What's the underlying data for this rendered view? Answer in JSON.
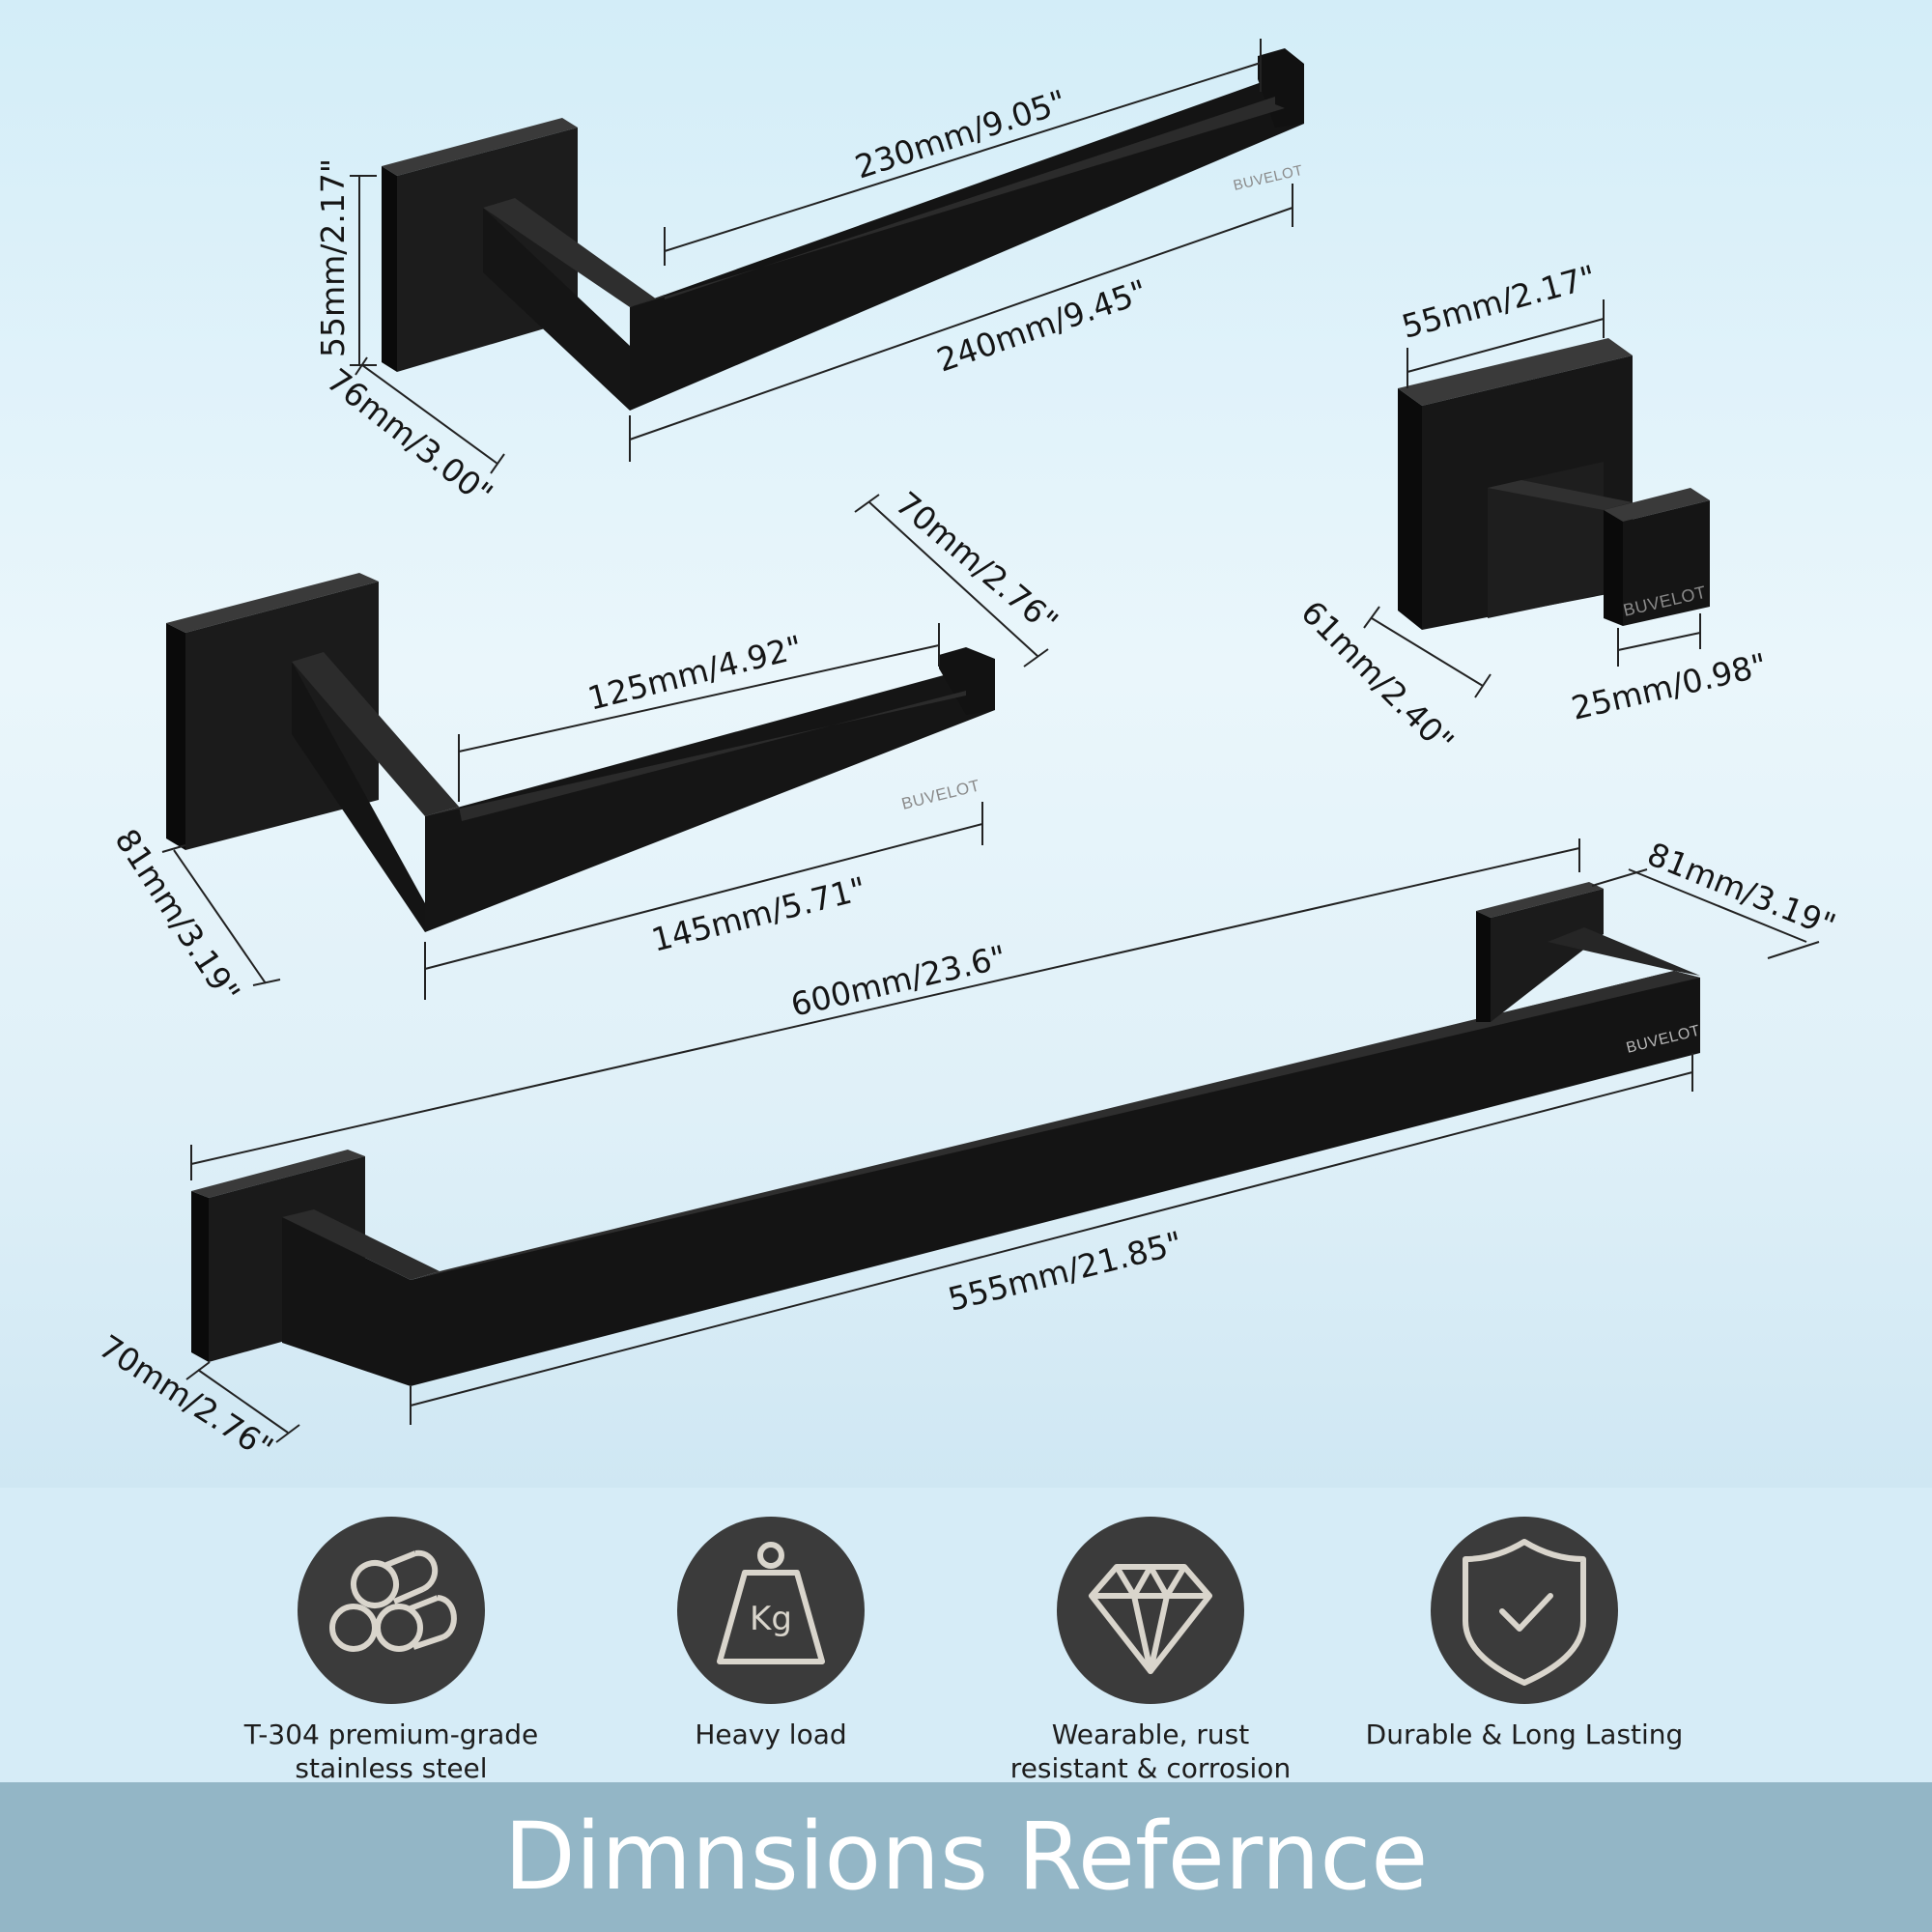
{
  "brand": "BUVELOT",
  "dimensions": {
    "d1": "230mm/9.05\"",
    "d2": "240mm/9.45\"",
    "d3": "55mm/2.17\"",
    "d4": "76mm/3.00\"",
    "d5": "55mm/2.17\"",
    "d6": "61mm/2.40\"",
    "d7": "25mm/0.98\"",
    "d8": "70mm/2.76\"",
    "d9": "125mm/4.92\"",
    "d10": "145mm/5.71\"",
    "d11": "81mm/3.19\"",
    "d12": "600mm/23.6\"",
    "d13": "81mm/3.19\"",
    "d14": "555mm/21.85\"",
    "d15": "70mm/2.76\""
  },
  "features": [
    {
      "icon": "steel-tubes-icon",
      "line1": "T-304 premium-grade",
      "line2": "stainless steel"
    },
    {
      "icon": "weight-kg-icon",
      "line1": "Heavy load",
      "line2": ""
    },
    {
      "icon": "diamond-icon",
      "line1": "Wearable, rust",
      "line2": "resistant & corrosion proof"
    },
    {
      "icon": "shield-check-icon",
      "line1": "Durable & Long Lasting",
      "line2": ""
    }
  ],
  "weight_unit": "Kg",
  "footer": {
    "title": "Dimnsions Refernce"
  },
  "colors": {
    "product": "#121212",
    "badge": "#3b3b3b",
    "icon_line": "#d9d5cc",
    "footer": "#93b6c6"
  }
}
